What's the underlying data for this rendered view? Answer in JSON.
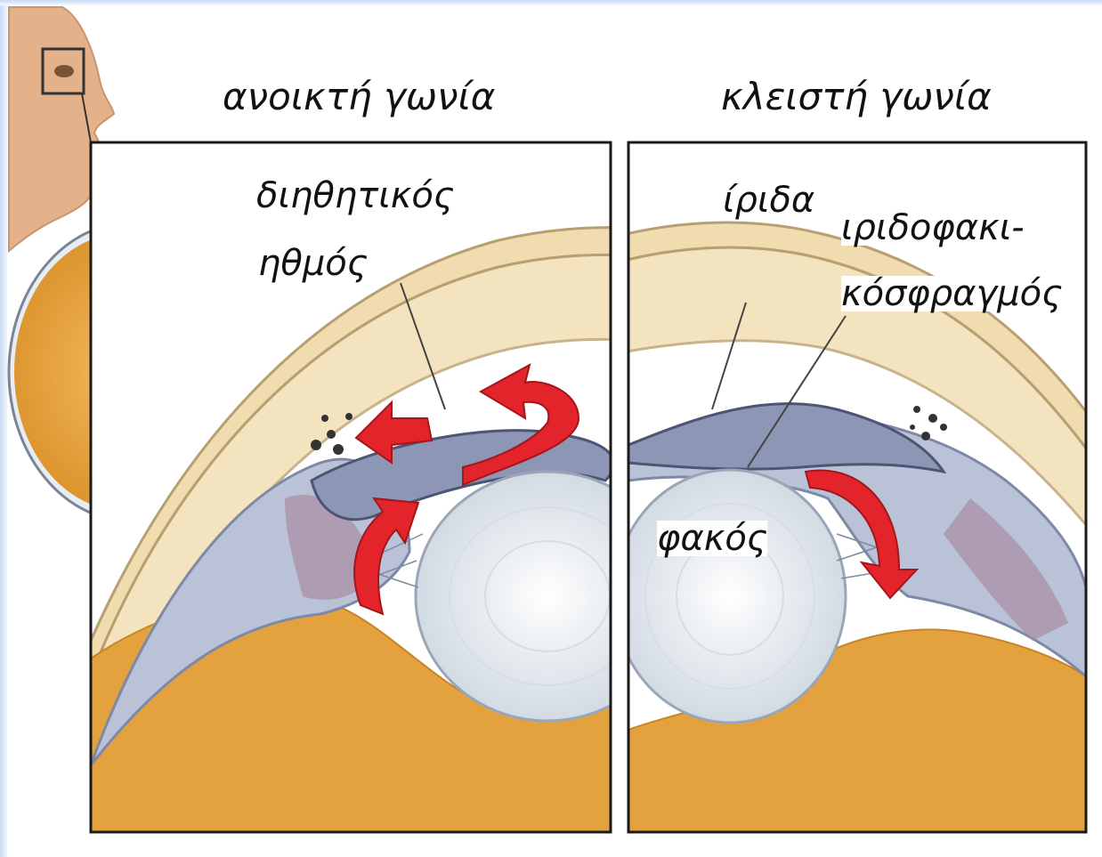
{
  "titles": {
    "left": "ανοικτή γωνία",
    "right": "κλειστή γωνία"
  },
  "labels": {
    "trabecular_line1": "διηθητικός",
    "trabecular_line2": "ηθμός",
    "iris": "ίριδα",
    "block_line1": "ιριδοφακι-",
    "block_line2": "κόσφραγμός",
    "lens": "φακός"
  },
  "colors": {
    "sclera": "#e4a23e",
    "lens": "#eef2f6",
    "cornea": "#f3e3bf",
    "iris": "#8d97b5",
    "arrow": "#e3242b",
    "frame": "#1a1a1a",
    "background": "#ffffff"
  }
}
